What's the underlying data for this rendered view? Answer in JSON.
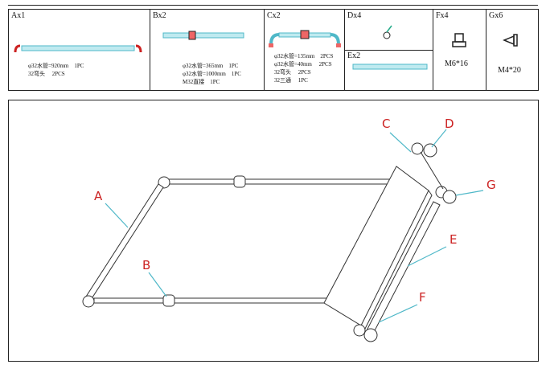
{
  "parts": [
    {
      "code": "Ax1",
      "notes": [
        "φ32水管=920mm　1PC",
        "32弯头　 2PCS"
      ]
    },
    {
      "code": "Bx2",
      "notes": [
        "φ32水管=365mm　1PC",
        "φ32水管=1000mm　1PC",
        "M32直接　1PC"
      ]
    },
    {
      "code": "Cx2",
      "notes": [
        "φ32水管=135mm　2PCS",
        "φ32水管=40mm　 2PCS",
        "32弯头　 2PCS",
        "32三通　 1PC"
      ]
    },
    {
      "code": "Dx4",
      "notes": []
    },
    {
      "code": "Ex2",
      "notes": []
    },
    {
      "code": "Fx4",
      "size": "M6*16"
    },
    {
      "code": "Gx6",
      "size": "M4*20"
    }
  ],
  "callouts": [
    "A",
    "B",
    "C",
    "D",
    "E",
    "F",
    "G"
  ],
  "colors": {
    "line": "#222222",
    "pipe": "#7fd3dc",
    "leader": "#4fb8c8",
    "label": "#cc2222",
    "joint": "#cc3333"
  },
  "icons": [
    "pipe-icon",
    "pipe-with-coupling-icon",
    "tee-assembly-icon",
    "wheel-icon",
    "rail-icon",
    "bolt-icon",
    "screw-icon"
  ]
}
